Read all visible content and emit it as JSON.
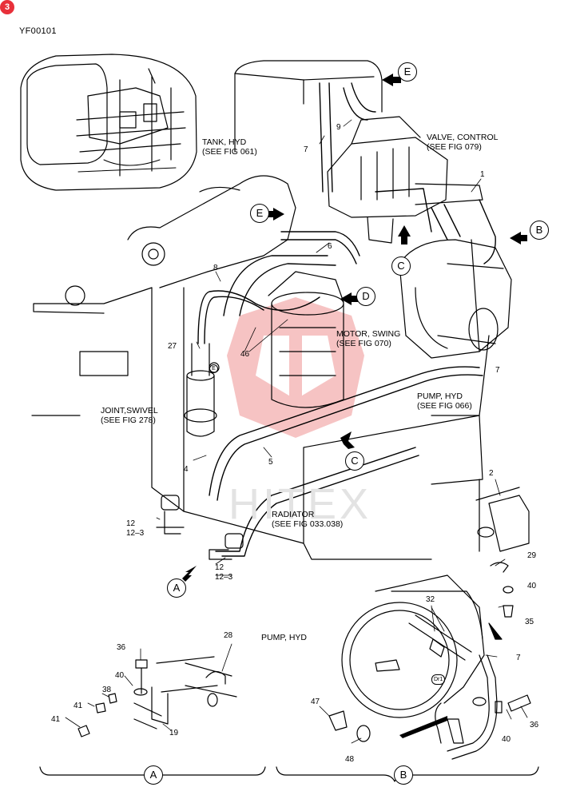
{
  "header": {
    "page_badge": "3",
    "figure_code": "YF00101"
  },
  "colors": {
    "line": "#000000",
    "watermark_red": "#f0a0a0",
    "badge_red": "#e8303a",
    "watermark_gray": "#e3e3e3"
  },
  "labels": {
    "tank_hyd": [
      "TANK, HYD",
      "(SEE FIG 061)"
    ],
    "valve_control": [
      "VALVE, CONTROL",
      "(SEE FIG 079)"
    ],
    "motor_swing": [
      "MOTOR, SWING",
      "(SEE FIG 070)"
    ],
    "pump_hyd_main": [
      "PUMP, HYD",
      "(SEE FIG 066)"
    ],
    "joint_swivel": [
      "JOINT,SWIVEL",
      "(SEE FIG 278)"
    ],
    "radiator": [
      "RADIATOR",
      "(SEE FIG 033.038)"
    ],
    "pump_hyd_detail": "PUMP, HYD"
  },
  "callouts": {
    "A": "A",
    "B": "B",
    "C": "C",
    "D": "D",
    "E": "E"
  },
  "part_numbers": {
    "p1": "1",
    "p2": "2",
    "p4": "4",
    "p5": "5",
    "p6": "6",
    "p7a": "7",
    "p7b": "7",
    "p7c": "7",
    "p8": "8",
    "p9": "9",
    "p12a": "12",
    "p12_3a": "12–3",
    "p12b": "12",
    "p12_3b": "12–3",
    "p19": "19",
    "p27": "27",
    "p28": "28",
    "p29": "29",
    "p32": "32",
    "p35": "35",
    "p36a": "36",
    "p36b": "36",
    "p38": "38",
    "p40a": "40",
    "p40b": "40",
    "p40c": "40",
    "p41a": "41",
    "p41b": "41",
    "p46": "46",
    "p47": "47",
    "p48": "48"
  },
  "watermark": {
    "text": "HITEX"
  },
  "small_tags": {
    "swivel_tag": "E",
    "pump_tag": "Dr1"
  }
}
